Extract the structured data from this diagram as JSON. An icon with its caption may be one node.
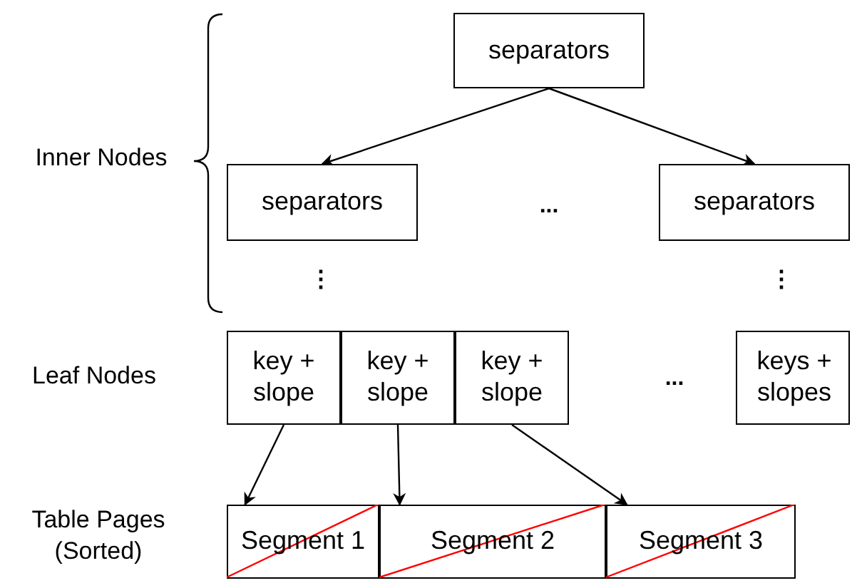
{
  "diagram": {
    "nodes": [
      {
        "text": [
          "separators"
        ]
      },
      {
        "text": [
          "separators"
        ]
      },
      {
        "text": [
          "separators"
        ]
      },
      {
        "text": [
          "key + slope"
        ]
      },
      {
        "text": [
          "key + slope"
        ]
      },
      {
        "text": [
          "key + slope"
        ]
      },
      {
        "text": [
          "keys + slopes"
        ]
      },
      {
        "text": [
          "Segment 1"
        ]
      },
      {
        "text": [
          "Segment 2"
        ]
      },
      {
        "text": [
          "Segment 3"
        ]
      }
    ],
    "edges": [
      {
        "from": 0,
        "to": 1,
        "arrow": "to"
      },
      {
        "from": 0,
        "to": 2,
        "arrow": "to"
      },
      {
        "from": 3,
        "to": 7,
        "arrow": "to"
      },
      {
        "from": 4,
        "to": 8,
        "arrow": "to"
      },
      {
        "from": 5,
        "to": 9,
        "arrow": "to"
      }
    ],
    "labels": [
      "Inner Nodes",
      "...",
      "⋮",
      "⋮",
      "Leaf Nodes",
      "...",
      "Table Pages (Sorted)"
    ]
  }
}
